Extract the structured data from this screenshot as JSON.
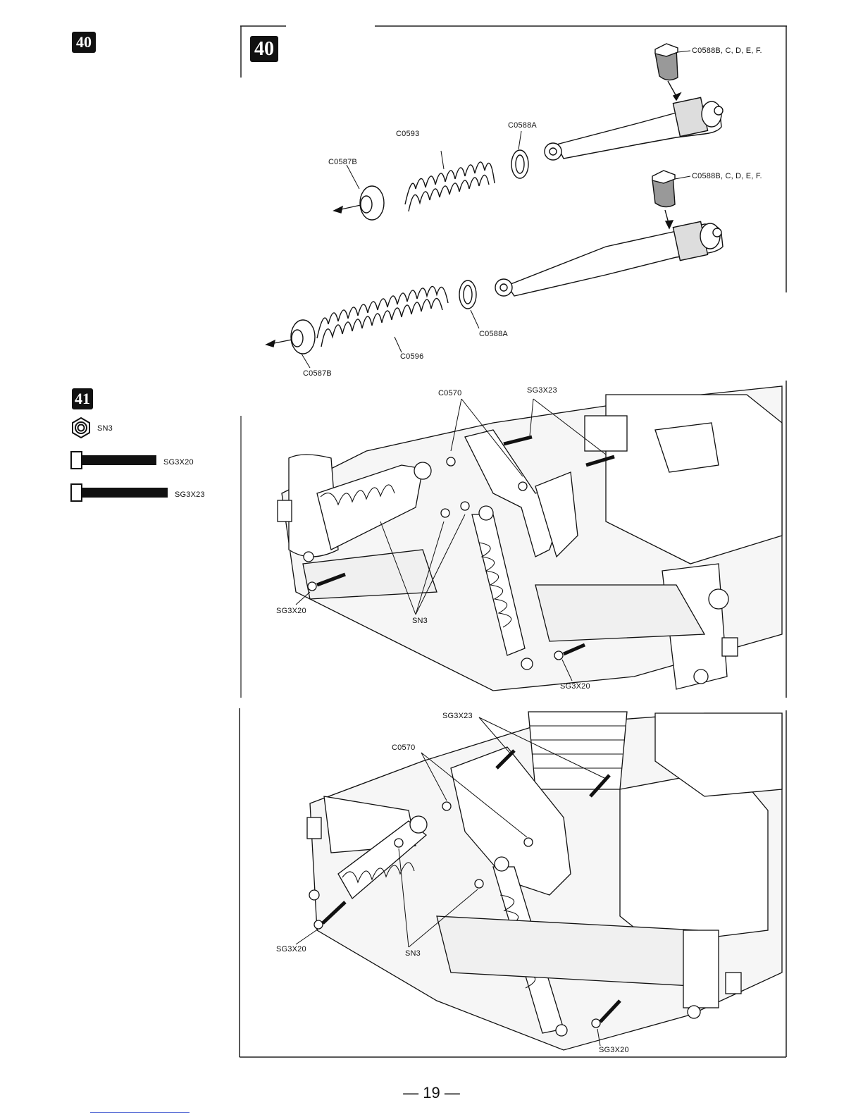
{
  "left": {
    "step40_badge": "40",
    "step41_badge": "41",
    "parts": [
      {
        "label": "SN3",
        "icon": "hex-nut-icon"
      },
      {
        "label": "SG3X20",
        "icon": "screw-icon"
      },
      {
        "label": "SG3X23",
        "icon": "screw-icon"
      }
    ]
  },
  "panel40": {
    "badge": "40",
    "labels": {
      "c0588b_top": "C0588B, C, D, E, F.",
      "c0588b_mid": "C0588B, C, D, E, F.",
      "c0593": "C0593",
      "c0588a_top": "C0588A",
      "c0587b_top": "C0587B",
      "c0588a_bottom": "C0588A",
      "c0596": "C0596",
      "c0587b_bottom": "C0587B"
    }
  },
  "panel41a": {
    "labels": {
      "c0570": "C0570",
      "sg3x23": "SG3X23",
      "sg3x20_left": "SG3X20",
      "sn3": "SN3",
      "sg3x20_right": "SG3X20"
    }
  },
  "panel41b": {
    "labels": {
      "sg3x23": "SG3X23",
      "c0570": "C0570",
      "sg3x20_left": "SG3X20",
      "sn3": "SN3",
      "sg3x20_right": "SG3X20"
    }
  },
  "footer": {
    "page": "— 19 —"
  }
}
